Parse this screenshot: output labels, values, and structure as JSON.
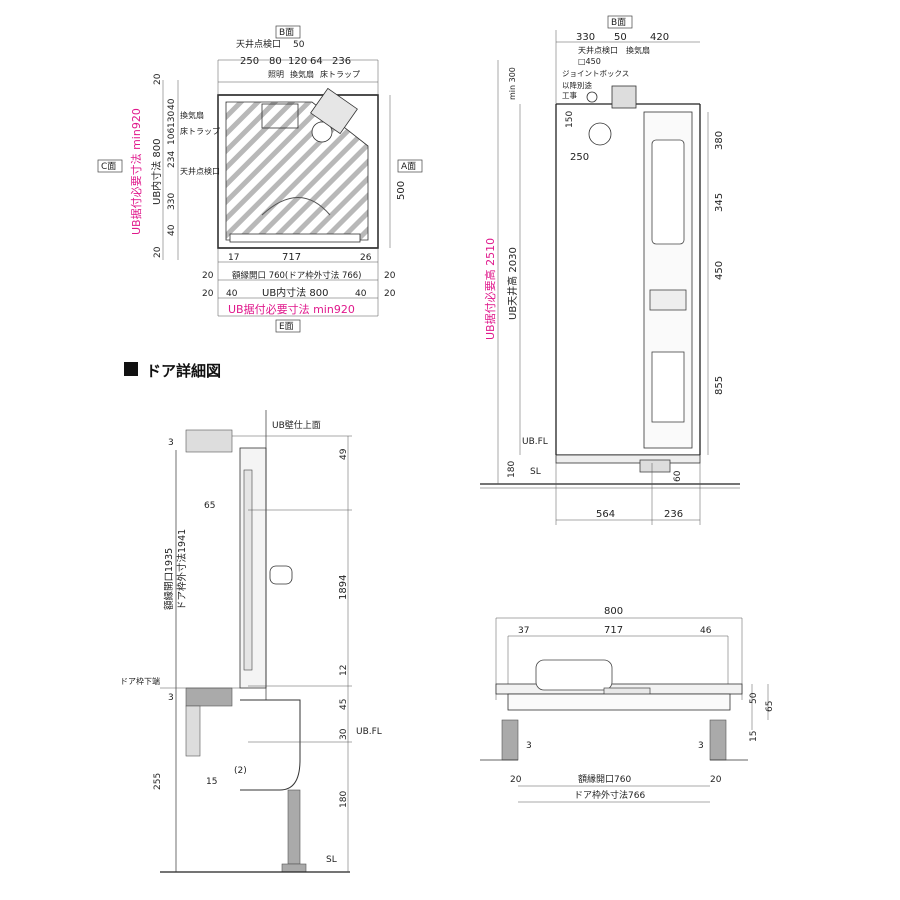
{
  "plan": {
    "face_b": "B面",
    "face_c": "C面",
    "face_a": "A面",
    "face_e": "E面",
    "top_label": "天井点検口",
    "top_50": "50",
    "top_250": "250",
    "top_80": "80",
    "top_120": "120",
    "top_64": "64",
    "top_236": "236",
    "lbl_light": "照明",
    "lbl_fan": "換気扇",
    "lbl_trap": "床トラップ",
    "left_40a": "40",
    "left_130": "130",
    "left_106": "106",
    "left_234": "234",
    "left_330": "330",
    "left_40b": "40",
    "left_20a": "20",
    "left_20b": "20",
    "r_fan": "換気扇",
    "r_trap": "床トラップ",
    "r_ceiling": "天井点検口",
    "ub_inner_v": "UB内寸法 800",
    "ub_req_v": "UB据付必要寸法 min920",
    "right_500": "500",
    "b_17": "17",
    "b_717": "717",
    "b_26": "26",
    "b_20a": "20",
    "b_20b": "20",
    "b_frame": "額縁開口 760(ドア枠外寸法 766)",
    "b_20c": "20",
    "b_40a": "40",
    "b_inner": "UB内寸法 800",
    "b_40b": "40",
    "b_20d": "20",
    "b_req": "UB据付必要寸法 min920"
  },
  "elevation": {
    "face_b": "B面",
    "t_330": "330",
    "t_50": "50",
    "t_420": "420",
    "t_ceiling": "天井点検口",
    "t_450": "□450",
    "t_fan": "換気扇",
    "t_jbox": "ジョイントボックス",
    "t_circuit": "以降別途",
    "t_work": "工事",
    "min300": "min 300",
    "d_150": "150",
    "d_250": "250",
    "d_380": "380",
    "d_345": "345",
    "d_450": "450",
    "d_855": "855",
    "req_h": "UB据付必要高 2510",
    "ceil_h": "UB天井高 2030",
    "ubfl": "UB.FL",
    "d_180": "180",
    "sl": "SL",
    "d_60": "60",
    "b_564": "564",
    "b_236": "236"
  },
  "door": {
    "heading": "ドア詳細図",
    "wall_top": "UB壁仕上面",
    "d_3a": "3",
    "d_49": "49",
    "d_65": "65",
    "frame_open": "額縁開口1935",
    "door_frame": "ドア枠外寸法1941",
    "d_1894": "1894",
    "lower_end": "ドア枠下端",
    "d_3b": "3",
    "d_12": "12",
    "d_45": "45",
    "d_30": "30",
    "ubfl": "UB.FL",
    "d_255": "255",
    "d_15": "15",
    "d_2": "(2)",
    "d_180": "180",
    "sl": "SL"
  },
  "section": {
    "d_800": "800",
    "d_37": "37",
    "d_717": "717",
    "d_46": "46",
    "d_50": "50",
    "d_65": "65",
    "d_15": "15",
    "d_3a": "3",
    "d_3b": "3",
    "d_20a": "20",
    "d_20b": "20",
    "frame_open": "額縁開口760",
    "door_frame": "ドア枠外寸法766"
  }
}
